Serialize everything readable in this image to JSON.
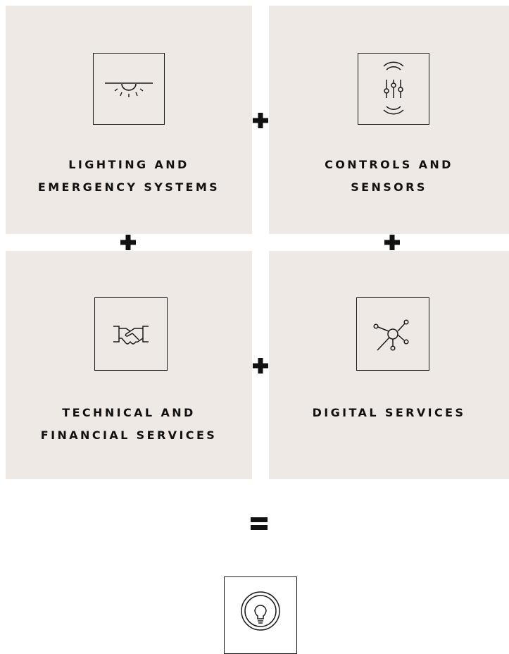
{
  "tiles": {
    "lighting": {
      "icon": "ceiling-light-icon",
      "line1": "LIGHTING AND",
      "line2": "EMERGENCY SYSTEMS"
    },
    "controls": {
      "icon": "sensor-controls-icon",
      "line1": "CONTROLS AND",
      "line2": "SENSORS"
    },
    "services": {
      "icon": "handshake-icon",
      "line1": "TECHNICAL AND",
      "line2": "FINANCIAL SERVICES"
    },
    "digital": {
      "icon": "network-icon",
      "line1": "DIGITAL SERVICES"
    }
  },
  "operators": {
    "plus": "+",
    "equals": "="
  },
  "result": {
    "icon": "light-bulb-icon"
  },
  "colors": {
    "tile_background": "#efe9e6",
    "ink": "#1a1a1a"
  }
}
